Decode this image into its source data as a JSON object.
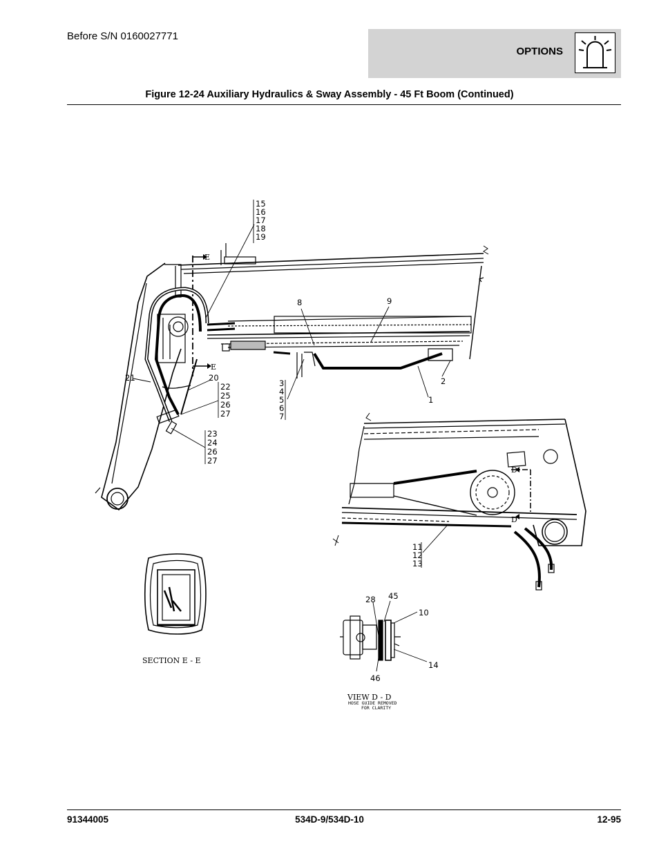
{
  "header": {
    "serial_note": "Before S/N 0160027771",
    "section_label": "OPTIONS",
    "section_icon": "options-beacon-icon"
  },
  "figure": {
    "title": "Figure 12-24 Auxiliary Hydraulics & Sway Assembly - 45 Ft Boom (Continued)",
    "section_ee_label": "SECTION E - E",
    "view_dd_label": "VIEW D - D",
    "view_dd_note_1": "HOSE GUIDE REMOVED",
    "view_dd_note_2": "FOR CLARITY",
    "marker_e": "E",
    "marker_d": "D",
    "callouts": {
      "c1": "1",
      "c2": "2",
      "c8": "8",
      "c9": "9",
      "c10": "10",
      "c14": "14",
      "c20": "20",
      "c21": "21",
      "c28": "28",
      "c45": "45",
      "c46": "46",
      "s15": "15",
      "s16": "16",
      "s17": "17",
      "s18": "18",
      "s19": "19",
      "s22": "22",
      "s25": "25",
      "s26a": "26",
      "s27a": "27",
      "s23": "23",
      "s24": "24",
      "s26b": "26",
      "s27b": "27",
      "s3": "3",
      "s4": "4",
      "s5": "5",
      "s6": "6",
      "s7": "7",
      "s11": "11",
      "s12": "12",
      "s13": "13"
    }
  },
  "footer": {
    "doc_number": "91344005",
    "model": "534D-9/534D-10",
    "page": "12-95"
  }
}
